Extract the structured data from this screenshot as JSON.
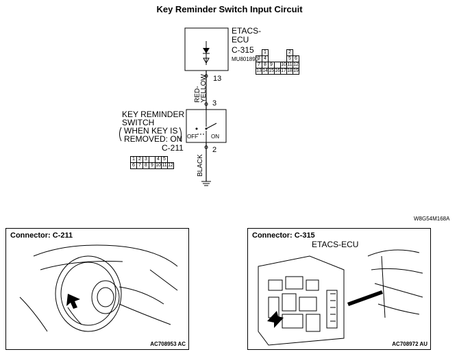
{
  "title": "Key Reminder Switch Input Circuit",
  "ecu": {
    "name_line1": "ETACS-",
    "name_line2": "ECU",
    "connector": "C-315",
    "code": "MU801890",
    "pin_top": "13"
  },
  "wire_top_color_line1": "RED-",
  "wire_top_color_line2": "YELLOW",
  "wire_bottom_color": "BLACK",
  "switch": {
    "label_line1": "KEY REMINDER",
    "label_line2": "SWITCH",
    "label_line3": "WHEN KEY IS",
    "label_line4": "REMOVED: ON",
    "off_label": "OFF",
    "on_label": "ON",
    "connector": "C-211",
    "pin_top": "3",
    "pin_bottom": "2"
  },
  "c315_pins": {
    "row1": [
      "1",
      "",
      "",
      "",
      "2",
      ""
    ],
    "row2": [
      "3",
      "4",
      "",
      "",
      "5",
      "6"
    ],
    "row3": [
      "7",
      "8",
      "9",
      "",
      "10",
      "11",
      "12"
    ],
    "row4": [
      "13",
      "14",
      "15",
      "16",
      "17",
      "18",
      "19"
    ]
  },
  "c211_pins": {
    "row1": [
      "1",
      "2",
      "3",
      "",
      "4",
      "5"
    ],
    "row2": [
      "6",
      "7",
      "8",
      "9",
      "10",
      "11",
      "12"
    ]
  },
  "figure_code": "W8G54M168A",
  "panel_left": {
    "title": "Connector: C-211",
    "code": "AC708953 AC"
  },
  "panel_right": {
    "title": "Connector: C-315",
    "subtitle": "ETACS-ECU",
    "code": "AC708972 AU"
  }
}
